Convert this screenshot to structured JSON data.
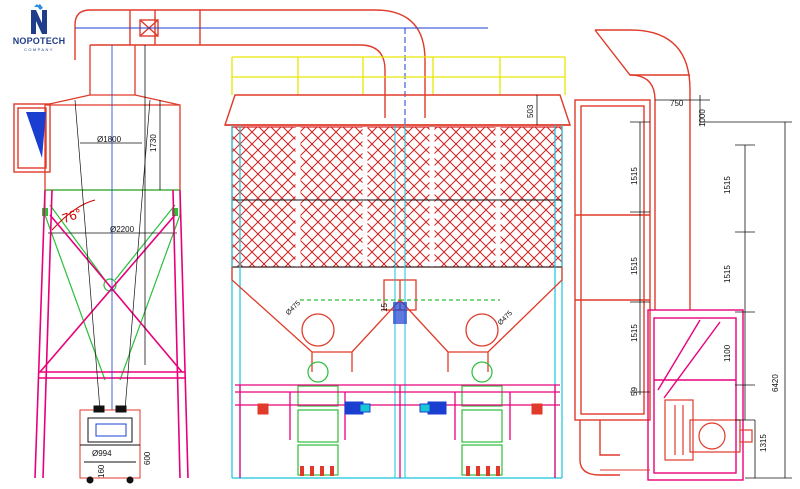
{
  "logo": {
    "name": "NOPOTECH",
    "sub": "COMPANY"
  },
  "colors": {
    "frame": "#e8007a",
    "duct": "#e03a2a",
    "filter": "#d82020",
    "green": "#2bbf3a",
    "cyan": "#18c6d6",
    "blue": "#1a3fd0",
    "yellow": "#e6e600"
  },
  "dimensions": {
    "d1800": "Ø1800",
    "h1730": "1730",
    "angle76": "76°",
    "d2200": "Ø2200",
    "d994": "Ø994",
    "h160": "160",
    "h600": "600",
    "d375a": "Ø475",
    "d375b": "Ø475",
    "w15": "15",
    "h503": "503",
    "w750": "750",
    "h1000": "1000",
    "l1515a": "1515",
    "l1515b": "1515",
    "l1515c": "1515",
    "r1515a": "1515",
    "r1515b": "1515",
    "r1100": "1100",
    "r59": "59",
    "r1315": "1315",
    "total6420": "6420"
  }
}
